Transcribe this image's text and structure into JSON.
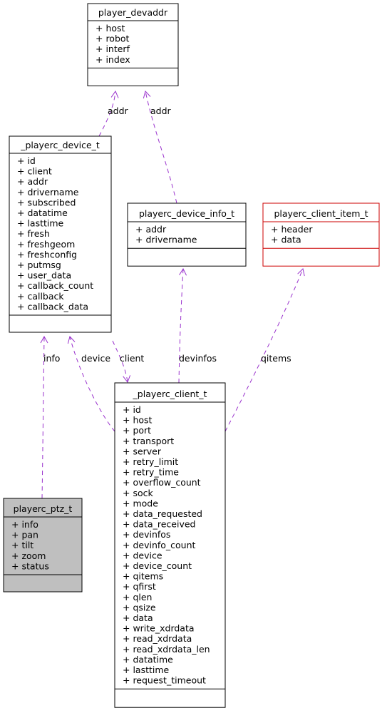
{
  "classes": [
    {
      "id": "player_devaddr",
      "name": "player_devaddr",
      "border": "#000000",
      "fill": "#ffffff",
      "attributes": [
        "+ host",
        "+ robot",
        "+ interf",
        "+ index"
      ]
    },
    {
      "id": "playerc_device_t",
      "name": "_playerc_device_t",
      "border": "#000000",
      "fill": "#ffffff",
      "attributes": [
        "+ id",
        "+ client",
        "+ addr",
        "+ drivername",
        "+ subscribed",
        "+ datatime",
        "+ lasttime",
        "+ fresh",
        "+ freshgeom",
        "+ freshconfig",
        "+ putmsg",
        "+ user_data",
        "+ callback_count",
        "+ callback",
        "+ callback_data"
      ]
    },
    {
      "id": "playerc_device_info_t",
      "name": "playerc_device_info_t",
      "border": "#000000",
      "fill": "#ffffff",
      "attributes": [
        "+ addr",
        "+ drivername"
      ]
    },
    {
      "id": "playerc_client_item_t",
      "name": "playerc_client_item_t",
      "border": "#cc0000",
      "fill": "#ffffff",
      "attributes": [
        "+ header",
        "+ data"
      ]
    },
    {
      "id": "playerc_client_t",
      "name": "_playerc_client_t",
      "border": "#000000",
      "fill": "#ffffff",
      "attributes": [
        "+ id",
        "+ host",
        "+ port",
        "+ transport",
        "+ server",
        "+ retry_limit",
        "+ retry_time",
        "+ overflow_count",
        "+ sock",
        "+ mode",
        "+ data_requested",
        "+ data_received",
        "+ devinfos",
        "+ devinfo_count",
        "+ device",
        "+ device_count",
        "+ qitems",
        "+ qfirst",
        "+ qlen",
        "+ qsize",
        "+ data",
        "+ write_xdrdata",
        "+ read_xdrdata",
        "+ read_xdrdata_len",
        "+ datatime",
        "+ lasttime",
        "+ request_timeout"
      ]
    },
    {
      "id": "playerc_ptz_t",
      "name": "playerc_ptz_t",
      "border": "#000000",
      "fill": "#bfbfbf",
      "attributes": [
        "+ info",
        "+ pan",
        "+ tilt",
        "+ zoom",
        "+ status"
      ]
    }
  ],
  "edges": [
    {
      "id": "addr-device",
      "label": "addr"
    },
    {
      "id": "addr-devinfo",
      "label": "addr"
    },
    {
      "id": "info",
      "label": "info"
    },
    {
      "id": "device",
      "label": "device"
    },
    {
      "id": "client",
      "label": "client"
    },
    {
      "id": "devinfos",
      "label": "devinfos"
    },
    {
      "id": "qitems",
      "label": "qitems"
    }
  ],
  "colors": {
    "edge": "#9a32cd",
    "text": "#000000"
  }
}
